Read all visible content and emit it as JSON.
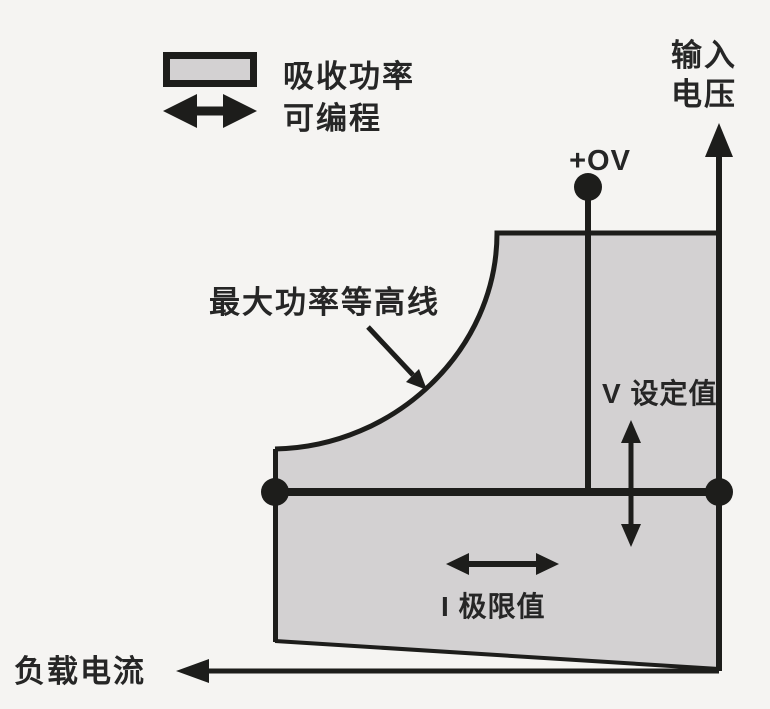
{
  "diagram_title": "electronic-load-operating-region",
  "colors": {
    "background": "#f5f4f2",
    "region_fill": "#d3d1d2",
    "line": "#1d1d1b",
    "text": "#262626"
  },
  "legend": {
    "absorbed_power_label": "吸收功率",
    "programmable_label": "可编程"
  },
  "axes": {
    "input_voltage_label_line1": "输入",
    "input_voltage_label_line2": "电压",
    "load_current_label": "负载电流"
  },
  "annotations": {
    "overvoltage_label": "+OV",
    "max_power_contour_label": "最大功率等高线",
    "v_setting_label": "V 设定值",
    "i_limit_label": "I 极限值"
  }
}
